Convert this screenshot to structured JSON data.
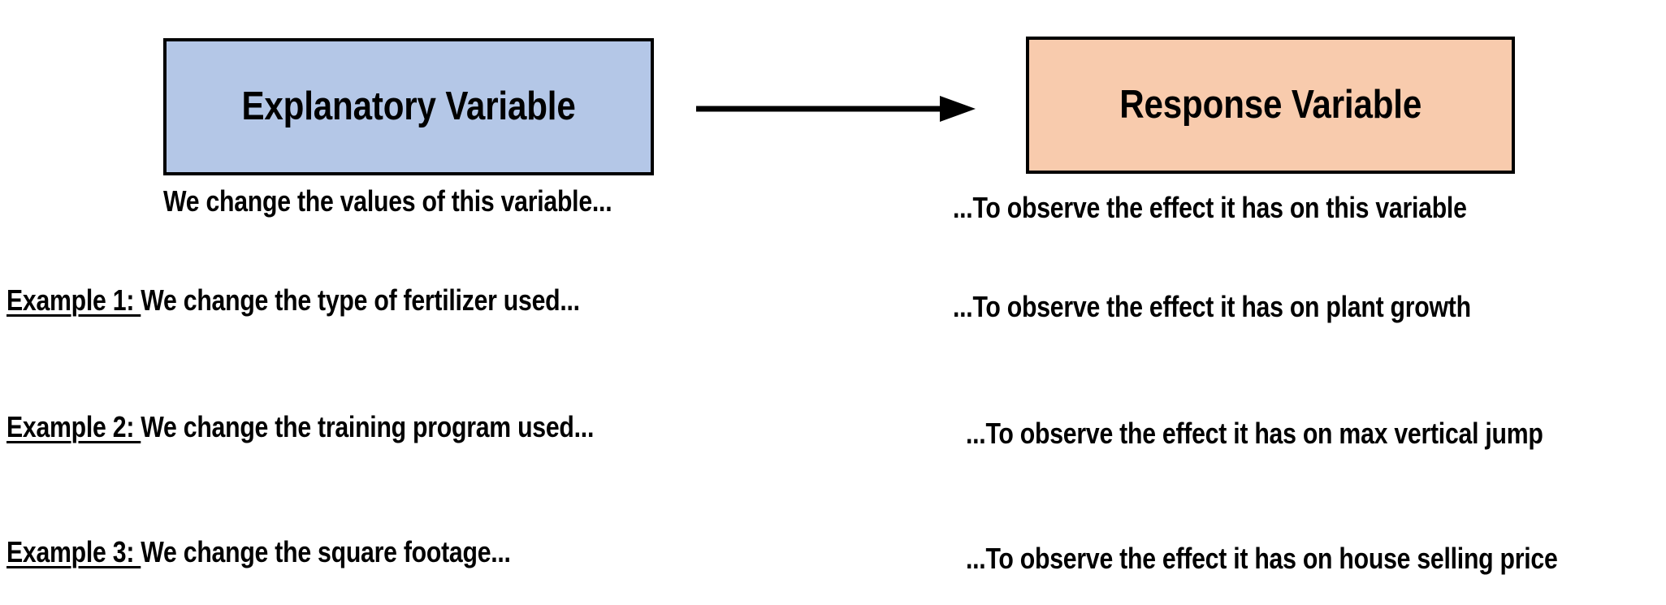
{
  "colors": {
    "explanatory_box_fill": "#b4c7e7",
    "response_box_fill": "#f8cbad",
    "box_border": "#000000",
    "text": "#000000",
    "background": "#ffffff"
  },
  "diagram": {
    "explanatory": {
      "box_label": "Explanatory Variable",
      "caption": "We change the values of this variable..."
    },
    "response": {
      "box_label": "Response Variable",
      "caption": "...To observe the effect it has on this variable"
    },
    "arrow": {
      "icon": "right-arrow-icon",
      "direction": "left-to-right"
    }
  },
  "examples": [
    {
      "label": "Example 1: ",
      "left_text": "We change the type of fertilizer used...",
      "right_text": "...To observe the effect it has on plant growth"
    },
    {
      "label": "Example 2: ",
      "left_text": "We change the training program used...",
      "right_text": "...To observe the effect it has on max vertical jump"
    },
    {
      "label": "Example 3: ",
      "left_text": "We change the square footage...",
      "right_text": "...To observe the effect it has on house selling price"
    }
  ]
}
